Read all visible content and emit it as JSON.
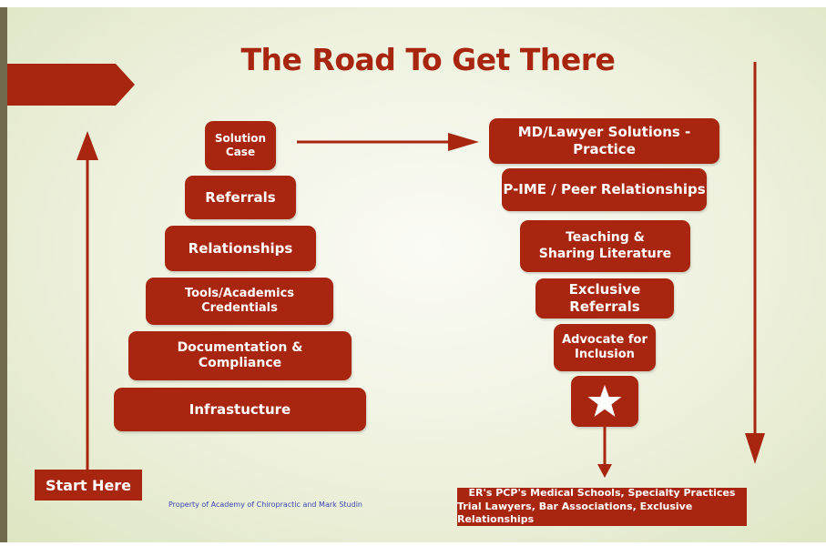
{
  "title": "The Road To Get There",
  "start_label": "Start Here",
  "property_note": "Property of Academy of Chiropractic and Mark Studin",
  "pyramid": [
    {
      "label": "Solution\nCase"
    },
    {
      "label": "Referrals"
    },
    {
      "label": "Relationships"
    },
    {
      "label": "Tools/Academics\nCredentials"
    },
    {
      "label": "Documentation &\nCompliance"
    },
    {
      "label": "Infrastucture"
    }
  ],
  "funnel": [
    {
      "label": "MD/Lawyer Solutions - Practice"
    },
    {
      "label": "P-IME / Peer Relationships"
    },
    {
      "label": "Teaching &\nSharing Literature"
    },
    {
      "label": "Exclusive Referrals"
    },
    {
      "label": "Advocate for\nInclusion"
    }
  ],
  "targets": {
    "line1": "ER's PCP's Medical Schools, Specialty Practices",
    "line2": "Trial Lawyers, Bar Associations, Exclusive Relationships"
  },
  "colors": {
    "accent": "#a8260f",
    "note_text": "#3b46b3"
  },
  "icons": {
    "star": "star-icon"
  }
}
